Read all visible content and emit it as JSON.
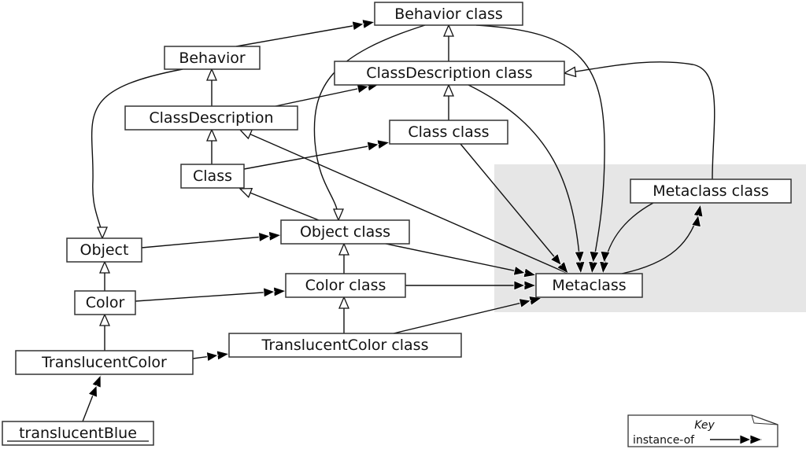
{
  "nodes": {
    "behavior_class": "Behavior class",
    "behavior": "Behavior",
    "classdescription_class": "ClassDescription class",
    "classdescription": "ClassDescription",
    "class_class": "Class class",
    "class": "Class",
    "metaclass_class": "Metaclass class",
    "object": "Object",
    "object_class": "Object class",
    "color": "Color",
    "color_class": "Color class",
    "metaclass": "Metaclass",
    "translucentcolor": "TranslucentColor",
    "translucentcolor_class": "TranslucentColor class",
    "translucentblue": "translucentBlue"
  },
  "key": {
    "title": "Key",
    "instance_of_label": "instance-of"
  },
  "colors": {
    "metaclass_region": "#e6e6e6"
  }
}
